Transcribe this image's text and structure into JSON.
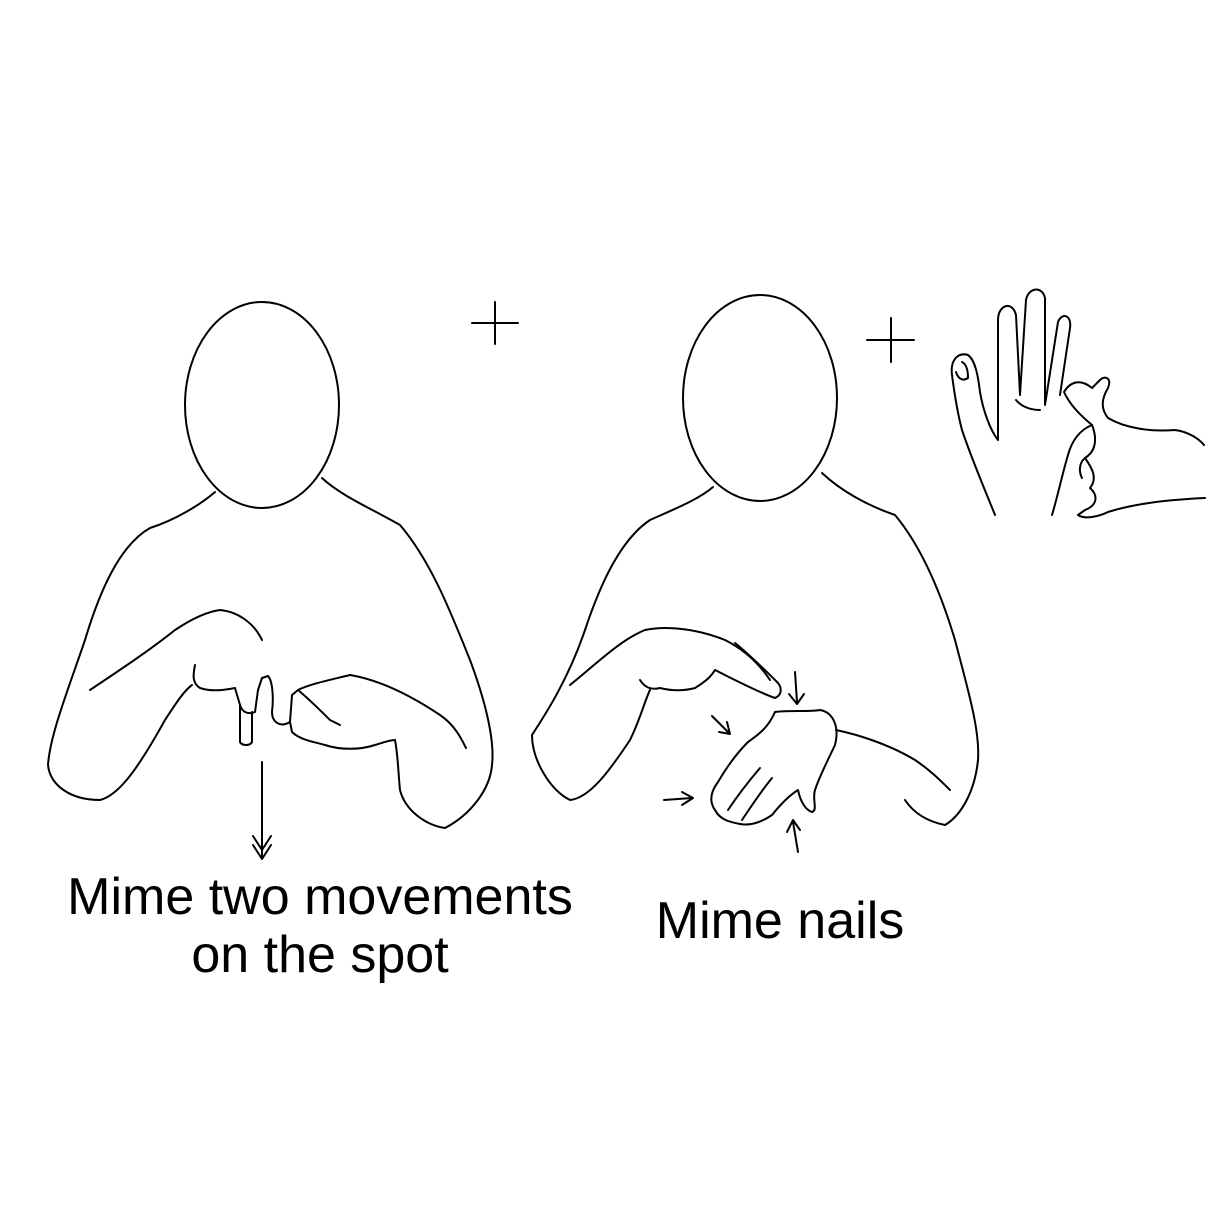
{
  "captions": {
    "left": {
      "line1": "Mime two movements",
      "line2": "on the spot"
    },
    "right": "Mime nails"
  },
  "symbols": {
    "plus": "+"
  },
  "colors": {
    "ink": "#000000",
    "background": "#ffffff"
  }
}
